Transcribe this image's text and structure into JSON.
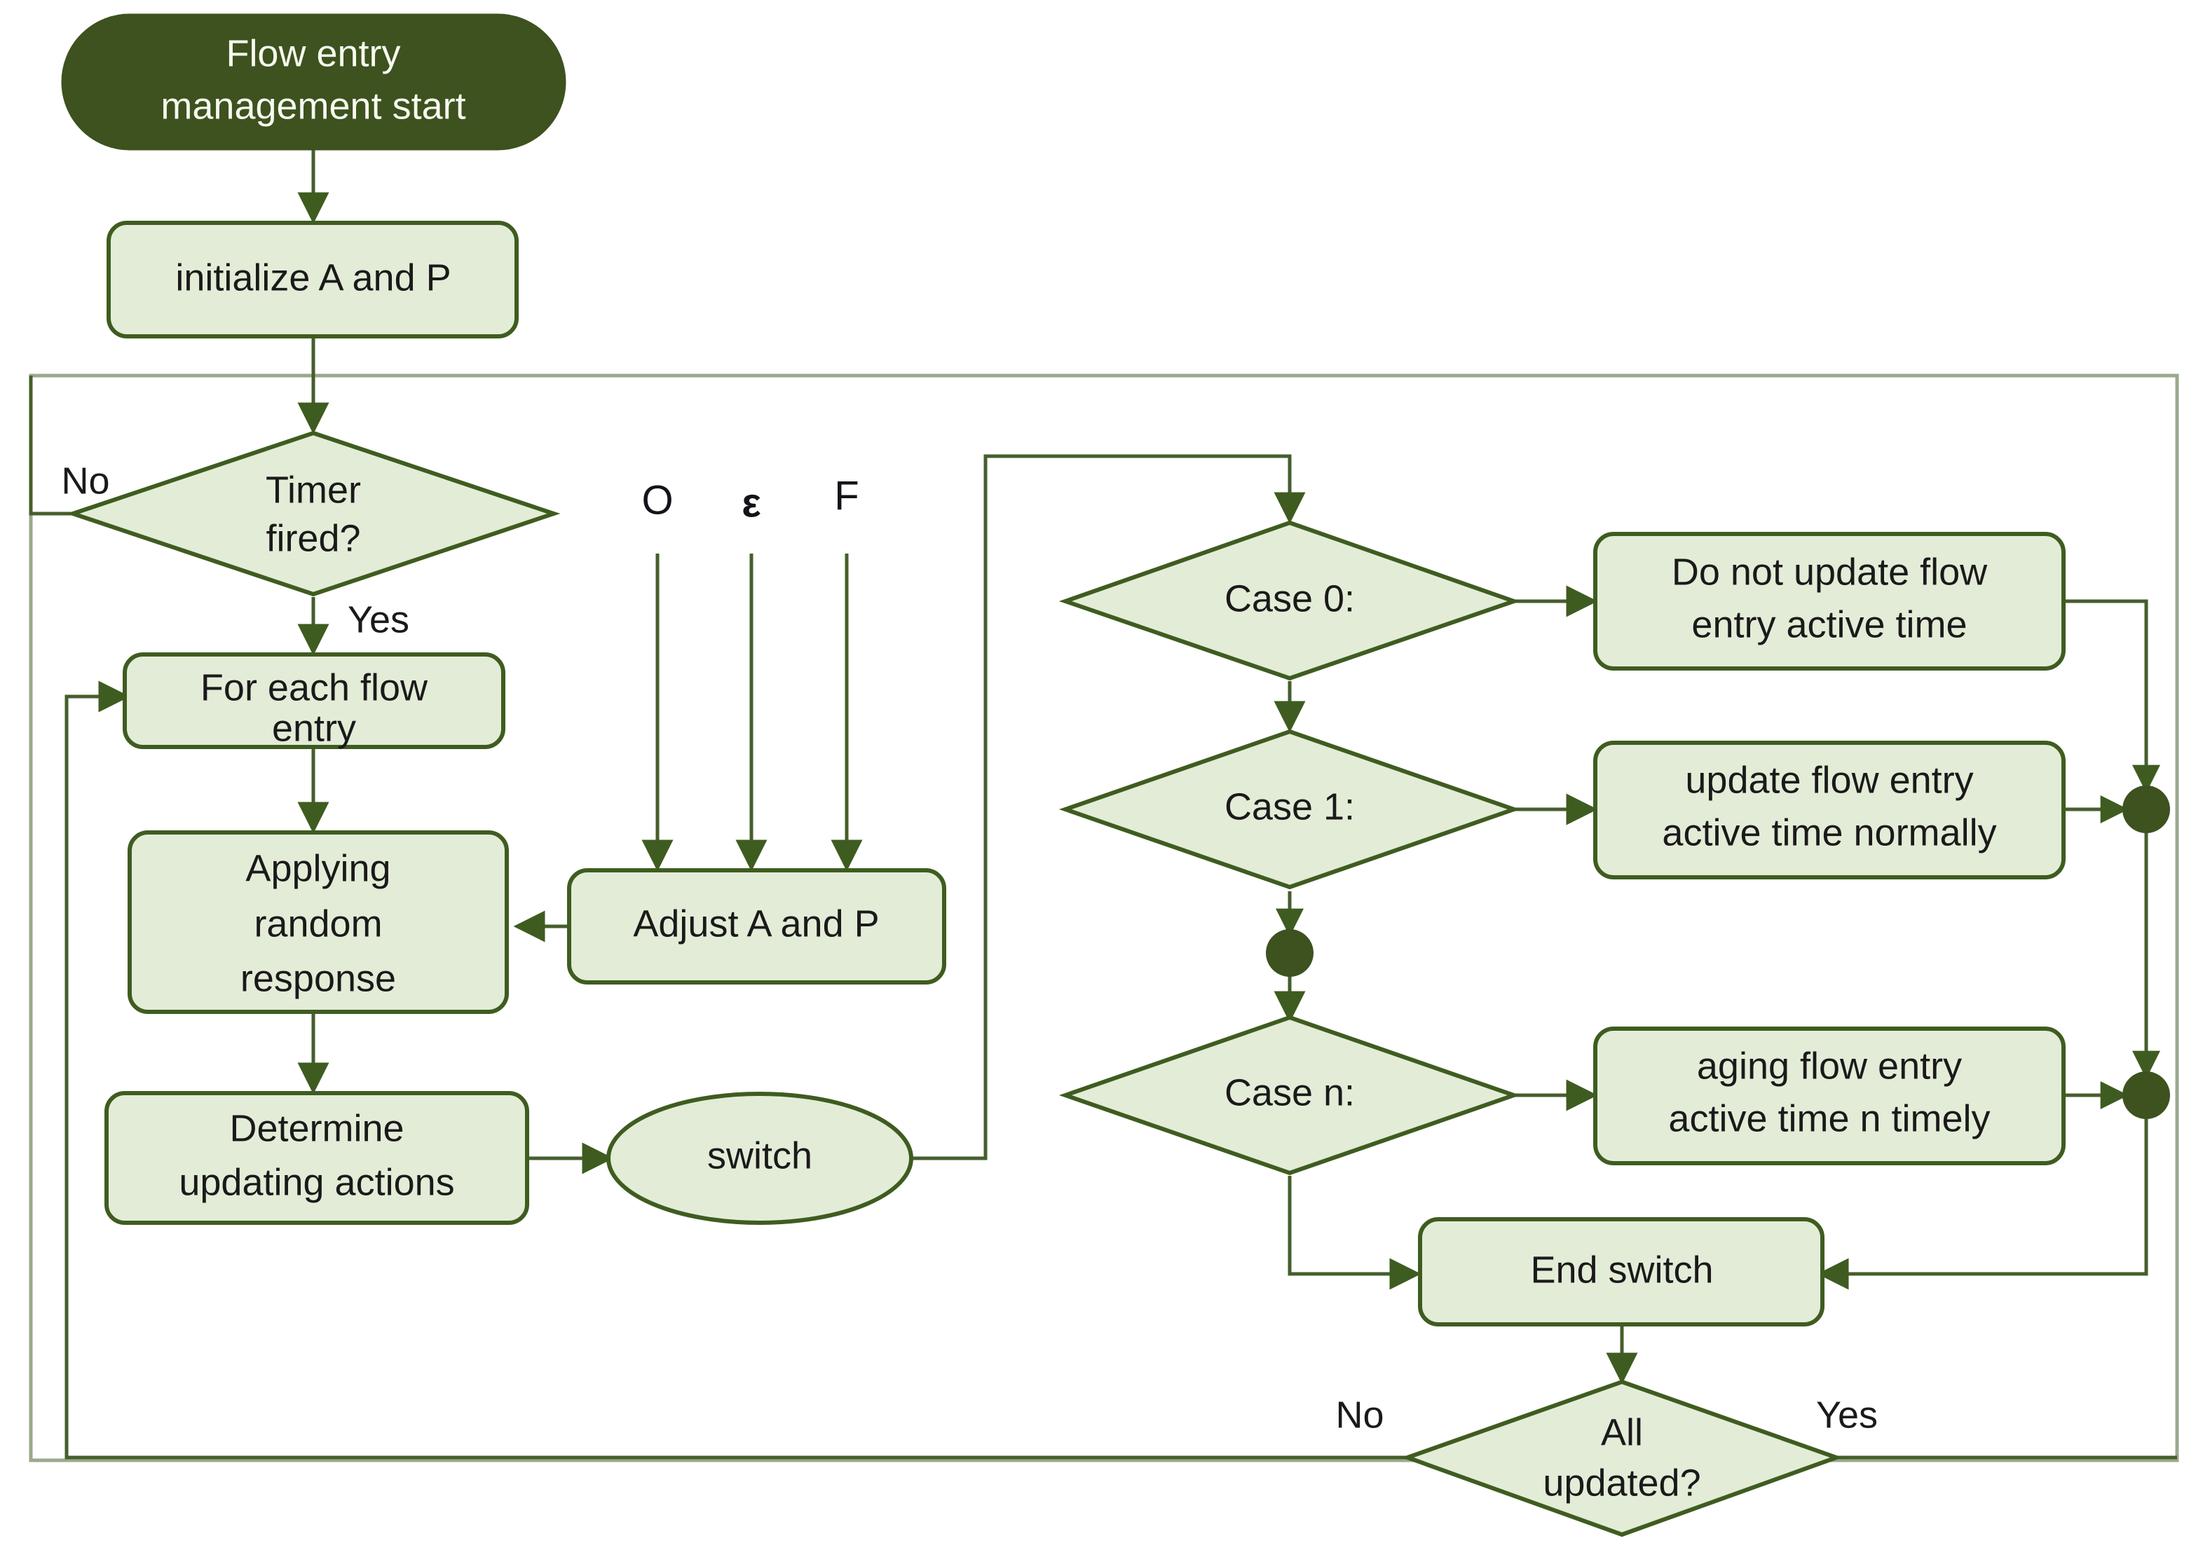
{
  "diagram": {
    "title": "Flow entry management flowchart",
    "type": "flowchart",
    "colors": {
      "node_fill": "#e3ecd7",
      "node_stroke": "#3f5c20",
      "start_fill": "#3d521f",
      "start_text": "#f7f9ef",
      "edge_stroke": "#465e2c",
      "container_stroke": "#9aa98c",
      "junction_fill": "#3d521f",
      "text": "#1a1a1a"
    },
    "nodes": {
      "start": "Flow entry\nmanagement start",
      "start_line1": "Flow entry",
      "start_line2": "management start",
      "init": "initialize A and P",
      "timer": "Timer\nfired?",
      "timer_line1": "Timer",
      "timer_line2": "fired?",
      "for_each": "For each flow\nentry",
      "for_each_line1": "For each flow",
      "for_each_line2": "entry",
      "applying": "Applying\nrandom\nresponse",
      "applying_line1": "Applying",
      "applying_line2": "random",
      "applying_line3": "response",
      "determine": "Determine\nupdating actions",
      "determine_line1": "Determine",
      "determine_line2": "updating actions",
      "adjust": "Adjust A and P",
      "switch": "switch",
      "case0": "Case 0:",
      "case1": "Case 1:",
      "casen": "Case n:",
      "action0_line1": "Do not update flow",
      "action0_line2": "entry active time",
      "action1_line1": "update flow entry",
      "action1_line2": "active time normally",
      "actionn_line1": "aging flow entry",
      "actionn_line2": "active time n timely",
      "end_switch": "End switch",
      "all_updated": "All\nupdated?",
      "all_updated_line1": "All",
      "all_updated_line2": "updated?"
    },
    "inputs": {
      "o": "O",
      "epsilon": "ε",
      "f": "F"
    },
    "edge_labels": {
      "timer_no": "No",
      "timer_yes": "Yes",
      "all_updated_no": "No",
      "all_updated_yes": "Yes"
    }
  },
  "chart_data": {
    "type": "diagram",
    "title": "Flow entry management flowchart",
    "nodes": [
      {
        "id": "start",
        "shape": "stadium",
        "label": "Flow entry management start",
        "style": "filled-dark"
      },
      {
        "id": "init",
        "shape": "rounded-rect",
        "label": "initialize A and P"
      },
      {
        "id": "timer",
        "shape": "diamond",
        "label": "Timer fired?"
      },
      {
        "id": "for_each",
        "shape": "rounded-rect",
        "label": "For each flow entry"
      },
      {
        "id": "applying",
        "shape": "rounded-rect",
        "label": "Applying random response"
      },
      {
        "id": "determine",
        "shape": "rounded-rect",
        "label": "Determine updating actions"
      },
      {
        "id": "adjust",
        "shape": "rounded-rect",
        "label": "Adjust A and P"
      },
      {
        "id": "switch",
        "shape": "ellipse",
        "label": "switch"
      },
      {
        "id": "case0",
        "shape": "diamond",
        "label": "Case 0:"
      },
      {
        "id": "case1",
        "shape": "diamond",
        "label": "Case 1:"
      },
      {
        "id": "casen",
        "shape": "diamond",
        "label": "Case n:"
      },
      {
        "id": "action0",
        "shape": "rounded-rect",
        "label": "Do not update flow entry active time"
      },
      {
        "id": "action1",
        "shape": "rounded-rect",
        "label": "update flow entry active time normally"
      },
      {
        "id": "actionn",
        "shape": "rounded-rect",
        "label": "aging flow entry active time n timely"
      },
      {
        "id": "end_switch",
        "shape": "rounded-rect",
        "label": "End switch"
      },
      {
        "id": "all_updated",
        "shape": "diamond",
        "label": "All updated?"
      },
      {
        "id": "in_o",
        "shape": "text",
        "label": "O"
      },
      {
        "id": "in_eps",
        "shape": "text",
        "label": "ε"
      },
      {
        "id": "in_f",
        "shape": "text",
        "label": "F"
      },
      {
        "id": "j1",
        "shape": "junction-dot"
      },
      {
        "id": "j2",
        "shape": "junction-dot"
      },
      {
        "id": "j3",
        "shape": "junction-dot"
      }
    ],
    "edges": [
      {
        "from": "start",
        "to": "init",
        "label": ""
      },
      {
        "from": "init",
        "to": "timer",
        "label": ""
      },
      {
        "from": "timer",
        "to": "timer",
        "label": "No"
      },
      {
        "from": "timer",
        "to": "for_each",
        "label": "Yes"
      },
      {
        "from": "for_each",
        "to": "applying",
        "label": ""
      },
      {
        "from": "applying",
        "to": "determine",
        "label": ""
      },
      {
        "from": "adjust",
        "to": "applying",
        "label": ""
      },
      {
        "from": "in_o",
        "to": "adjust",
        "label": ""
      },
      {
        "from": "in_eps",
        "to": "adjust",
        "label": ""
      },
      {
        "from": "in_f",
        "to": "adjust",
        "label": ""
      },
      {
        "from": "determine",
        "to": "switch",
        "label": ""
      },
      {
        "from": "switch",
        "to": "case0",
        "label": ""
      },
      {
        "from": "case0",
        "to": "action0",
        "label": ""
      },
      {
        "from": "case0",
        "to": "case1",
        "label": ""
      },
      {
        "from": "case1",
        "to": "action1",
        "label": ""
      },
      {
        "from": "case1",
        "to": "j1",
        "label": ""
      },
      {
        "from": "j1",
        "to": "casen",
        "label": ""
      },
      {
        "from": "casen",
        "to": "actionn",
        "label": ""
      },
      {
        "from": "casen",
        "to": "end_switch",
        "label": ""
      },
      {
        "from": "action0",
        "to": "j2",
        "label": ""
      },
      {
        "from": "action1",
        "to": "j2",
        "label": ""
      },
      {
        "from": "j2",
        "to": "j3",
        "label": ""
      },
      {
        "from": "actionn",
        "to": "j3",
        "label": ""
      },
      {
        "from": "j3",
        "to": "end_switch",
        "label": ""
      },
      {
        "from": "end_switch",
        "to": "all_updated",
        "label": ""
      },
      {
        "from": "all_updated",
        "to": "for_each",
        "label": "No"
      },
      {
        "from": "all_updated",
        "to": "timer",
        "label": "Yes"
      }
    ]
  }
}
